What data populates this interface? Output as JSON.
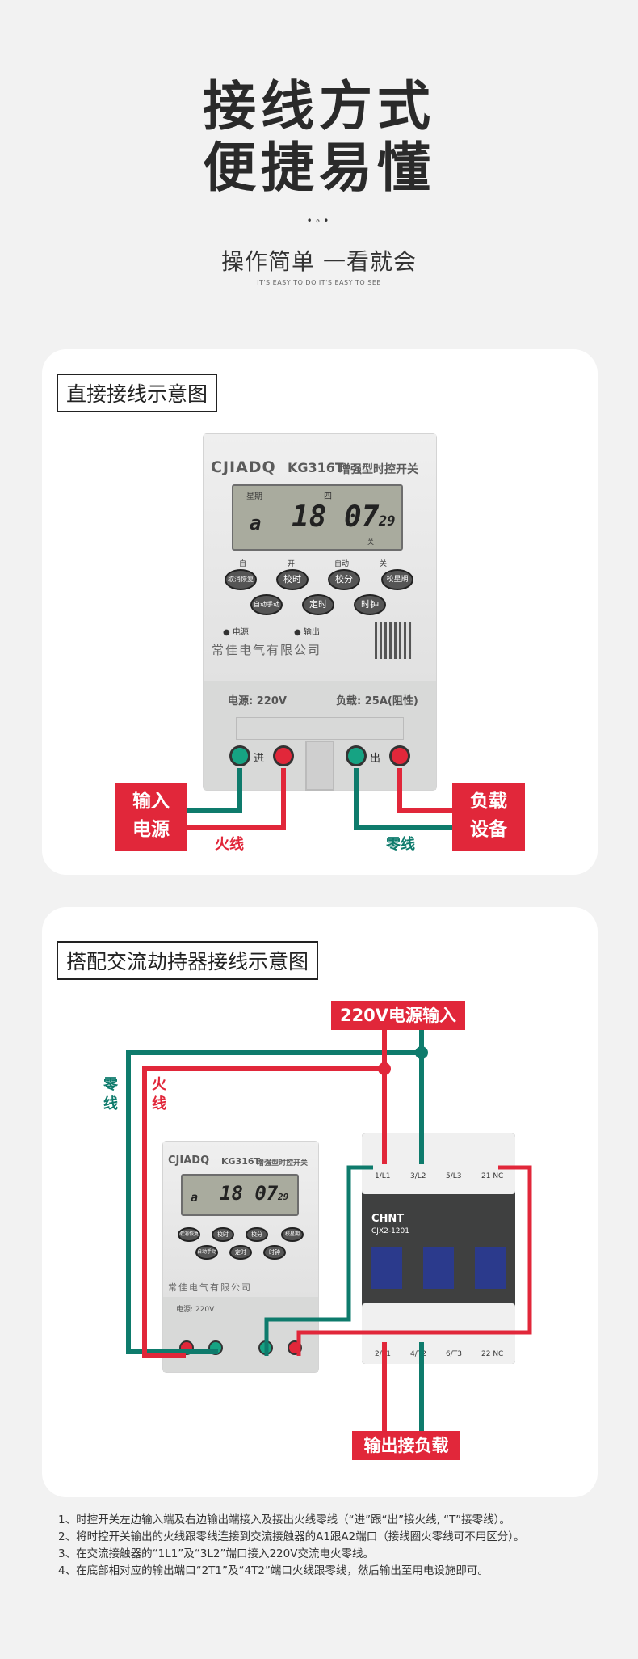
{
  "header": {
    "title_line1": "接线方式",
    "title_line2": "便捷易懂",
    "dots": "•∘•",
    "subtitle": "操作简单 一看就会",
    "subtitle_en": "IT'S EASY TO DO IT'S EASY TO SEE"
  },
  "device": {
    "brand": "CJIADQ",
    "model": "KG316T",
    "model_desc": "增强型时控开关",
    "lcd_week_label": "星期",
    "lcd_week_value": "四",
    "lcd_mode": "a",
    "lcd_time": "18 07",
    "lcd_seconds": "29",
    "lcd_off": "关",
    "mode_labels": [
      "自",
      "开",
      "自动",
      "关"
    ],
    "buttons_row1": [
      "取消恢复",
      "校时",
      "校分",
      "校星期"
    ],
    "buttons_row2": [
      "自动手动",
      "定时",
      "时钟"
    ],
    "indicator_power": "电源",
    "indicator_output": "输出",
    "company": "常佳电气有限公司",
    "power_spec": "电源: 220V",
    "load_spec": "负载: 25A(阻性)",
    "in_label": "进",
    "out_label": "出"
  },
  "section1": {
    "label": "直接接线示意图",
    "input_tag_line1": "输入",
    "input_tag_line2": "电源",
    "load_tag_line1": "负载",
    "load_tag_line2": "设备",
    "fire_wire": "火线",
    "neutral_wire": "零线"
  },
  "section2": {
    "label": "搭配交流劫持器接线示意图",
    "power_input": "220V电源输入",
    "neutral_vertical": "零线",
    "fire_vertical": "火线",
    "output_load": "输出接负载",
    "contactor_brand": "CHNT",
    "contactor_model": "CJX2-1201",
    "top_terminals": [
      "1/L1",
      "3/L2",
      "5/L3",
      "21 NC"
    ],
    "bottom_terminals": [
      "2/T1",
      "4/T2",
      "6/T3",
      "22 NC"
    ]
  },
  "notes": [
    "1、时控开关左边输入端及右边输出端接入及接出火线零线（“进”跟“出”接火线, “T”接零线）。",
    "2、将时控开关输出的火线跟零线连接到交流接触器的A1跟A2端口（接线圈火零线可不用区分）。",
    "3、在交流接触器的“1L1”及“3L2”端口接入220V交流电火零线。",
    "4、在底部相对应的输出端口“2T1”及“4T2”端口火线跟零线，然后输出至用电设施即可。"
  ],
  "colors": {
    "red": "#e1273a",
    "teal": "#0e7b6c",
    "card": "#ffffff",
    "background": "#f2f2f2"
  }
}
